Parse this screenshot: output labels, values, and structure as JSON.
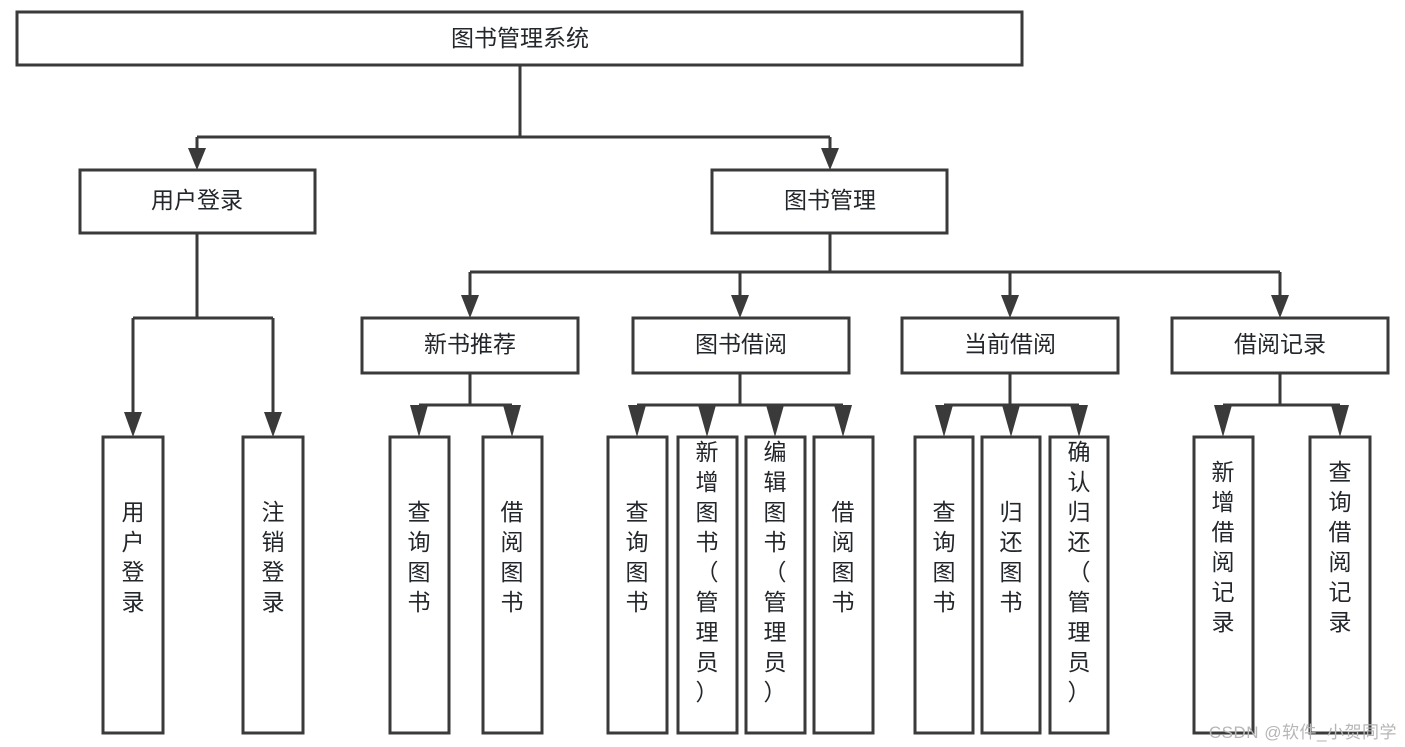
{
  "diagram": {
    "type": "tree-hierarchy",
    "title": "图书管理系统",
    "watermark": "CSDN @软件_小贺同学",
    "colors": {
      "background": "#ffffff",
      "box_stroke": "#3a3a3a",
      "box_fill": "#ffffff",
      "text": "#23272b",
      "watermark": "#b6b6b6"
    },
    "levels": {
      "root": {
        "label": "图书管理系统"
      },
      "level2": [
        {
          "id": "user-login",
          "label": "用户登录"
        },
        {
          "id": "book-management",
          "label": "图书管理"
        }
      ],
      "level3": [
        {
          "id": "new-book-recommend",
          "label": "新书推荐",
          "parent": "book-management"
        },
        {
          "id": "book-borrow",
          "label": "图书借阅",
          "parent": "book-management"
        },
        {
          "id": "current-borrow",
          "label": "当前借阅",
          "parent": "book-management"
        },
        {
          "id": "borrow-record",
          "label": "借阅记录",
          "parent": "book-management"
        }
      ],
      "leaves": [
        {
          "id": "leaf-user-login",
          "label": "用户登录",
          "parent": "user-login"
        },
        {
          "id": "leaf-logout-login",
          "label": "注销登录",
          "parent": "user-login"
        },
        {
          "id": "leaf-query-book-1",
          "label": "查询图书",
          "parent": "new-book-recommend"
        },
        {
          "id": "leaf-borrow-book-1",
          "label": "借阅图书",
          "parent": "new-book-recommend"
        },
        {
          "id": "leaf-query-book-2",
          "label": "查询图书",
          "parent": "book-borrow"
        },
        {
          "id": "leaf-add-book",
          "label": "新增图书（管理员）",
          "parent": "book-borrow"
        },
        {
          "id": "leaf-edit-book",
          "label": "编辑图书（管理员）",
          "parent": "book-borrow"
        },
        {
          "id": "leaf-borrow-book-2",
          "label": "借阅图书",
          "parent": "book-borrow"
        },
        {
          "id": "leaf-query-book-3",
          "label": "查询图书",
          "parent": "current-borrow"
        },
        {
          "id": "leaf-return-book",
          "label": "归还图书",
          "parent": "current-borrow"
        },
        {
          "id": "leaf-confirm-return",
          "label": "确认归还（管理员）",
          "parent": "current-borrow"
        },
        {
          "id": "leaf-add-record",
          "label": "新增借阅记录",
          "parent": "borrow-record"
        },
        {
          "id": "leaf-query-record",
          "label": "查询借阅记录",
          "parent": "borrow-record"
        }
      ]
    }
  }
}
